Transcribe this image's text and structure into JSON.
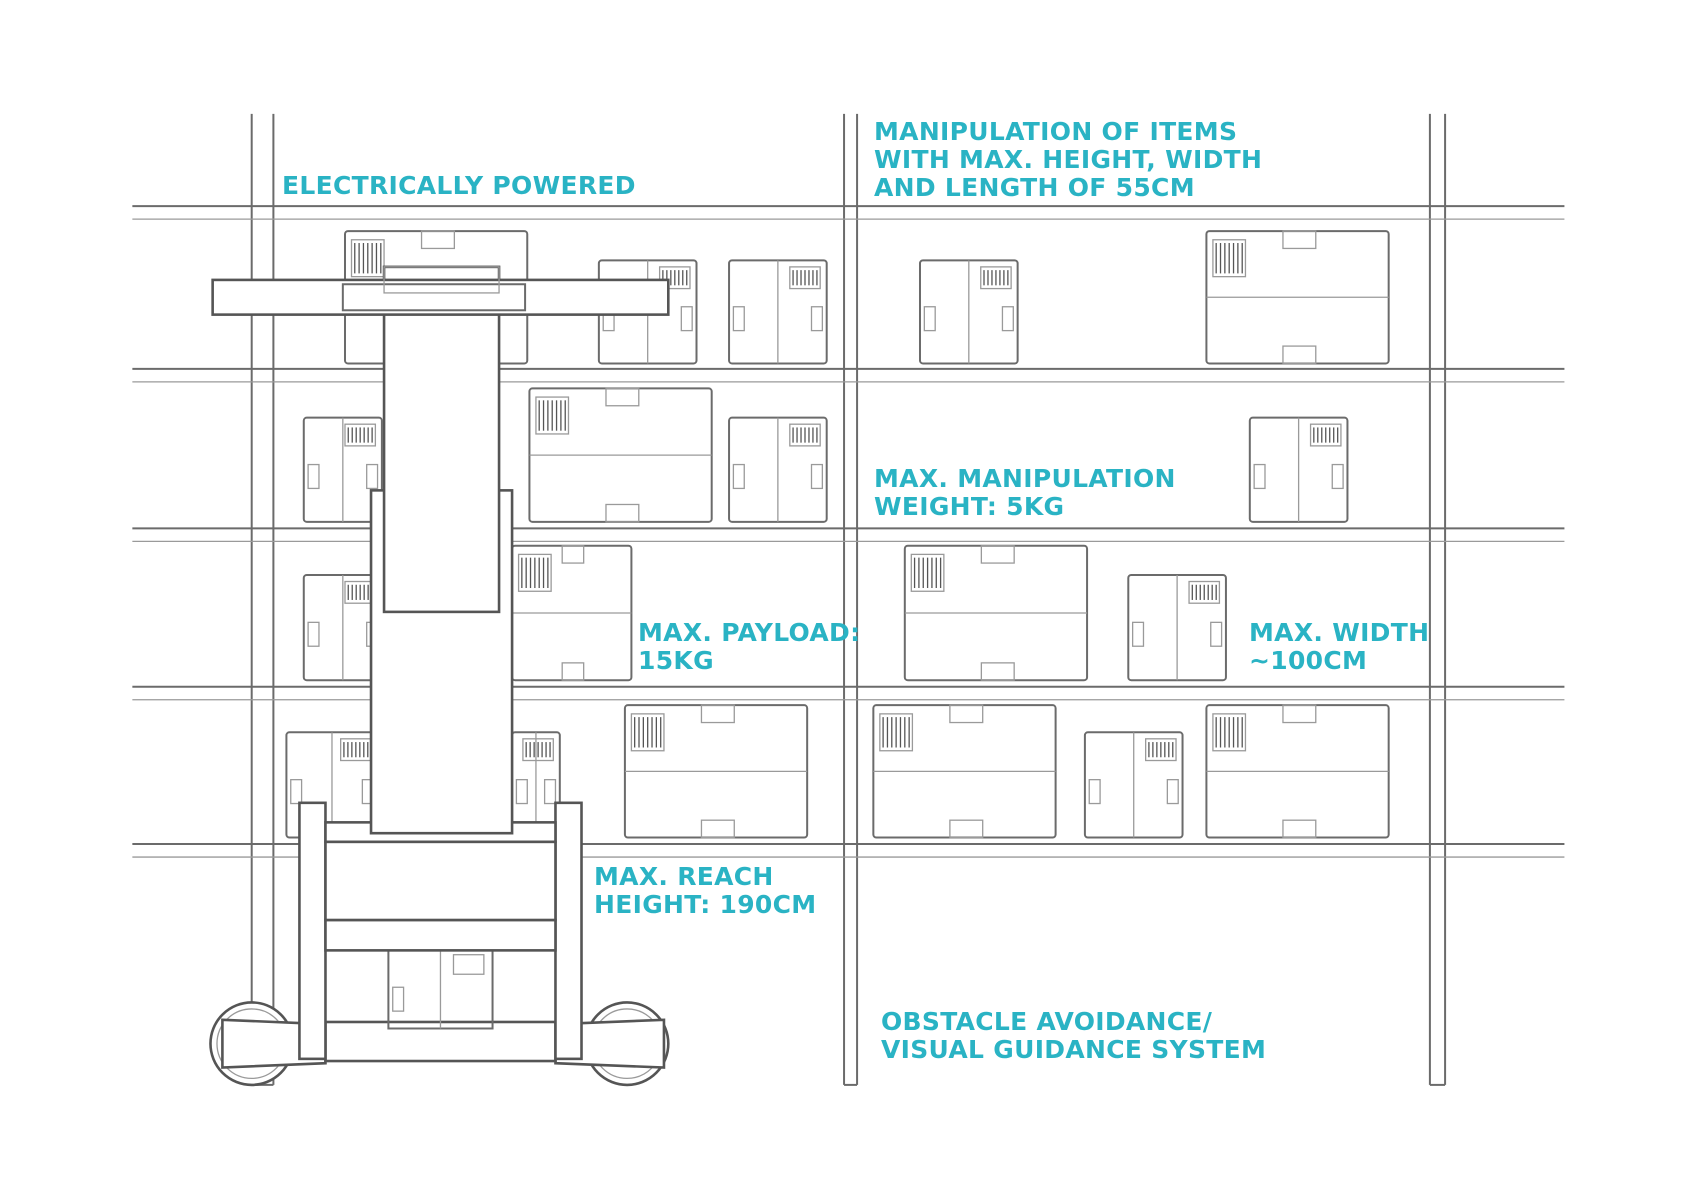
{
  "accent_color": "#2ab3c4",
  "labels": {
    "electrically_powered": [
      "ELECTRICALLY POWERED"
    ],
    "manipulation_items": [
      "MANIPULATION OF ITEMS",
      "WITH MAX. HEIGHT, WIDTH",
      "AND LENGTH OF 55CM"
    ],
    "max_manipulation_weight": [
      "MAX. MANIPULATION",
      "WEIGHT: 5KG"
    ],
    "max_payload": [
      "MAX. PAYLOAD:",
      "15KG"
    ],
    "max_width": [
      "MAX. WIDTH",
      "~100CM"
    ],
    "max_reach_height": [
      "MAX. REACH",
      "HEIGHT: 190CM"
    ],
    "obstacle_avoidance": [
      "OBSTACLE AVOIDANCE/",
      "VISUAL GUIDANCE SYSTEM"
    ]
  }
}
